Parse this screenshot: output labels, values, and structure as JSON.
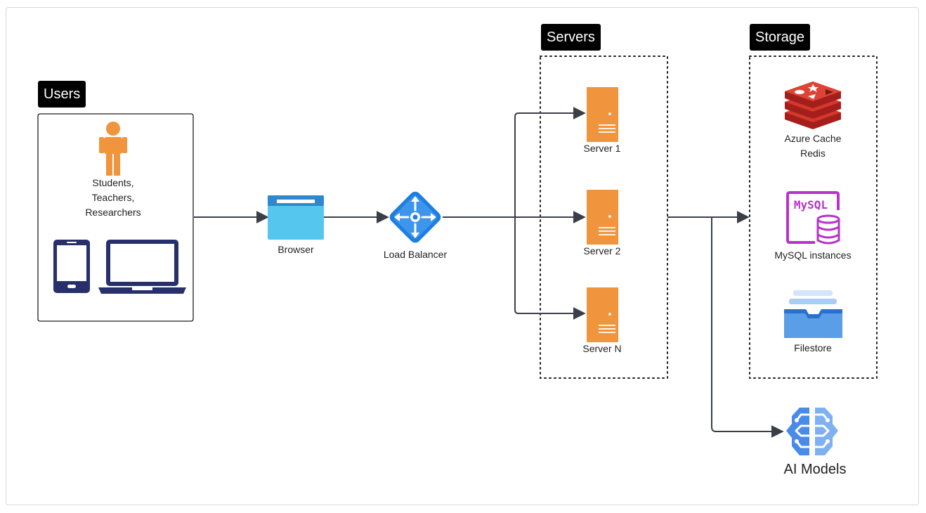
{
  "groups": {
    "users": "Users",
    "servers": "Servers",
    "storage": "Storage"
  },
  "nodes": {
    "users": "Students,\nTeachers,\nResearchers",
    "browser": "Browser",
    "load_balancer": "Load Balancer",
    "server_1": "Server 1",
    "server_2": "Server 2",
    "server_n": "Server N",
    "redis": "Azure Cache\nRedis",
    "mysql": "MySQL instances",
    "mysql_logo_text": "MySQL",
    "filestore": "Filestore",
    "ai_models": "AI Models"
  },
  "colors": {
    "tag_bg": "#000000",
    "tag_text": "#ffffff",
    "arrow": "#3a3f47",
    "person": "#f0953e",
    "server": "#f0953e",
    "device": "#27306b",
    "browser": "#4cc0ec",
    "load_balancer": "#1e7fe0",
    "redis": "#c0302a",
    "mysql": "#b634c7",
    "filestore": "#5b9ee8",
    "ai": "#4a8ae8"
  },
  "icons": [
    "person-icon",
    "tablet-icon",
    "laptop-icon",
    "browser-icon",
    "load-balancer-icon",
    "server-icon",
    "redis-icon",
    "mysql-icon",
    "filestore-icon",
    "ai-brain-icon"
  ]
}
